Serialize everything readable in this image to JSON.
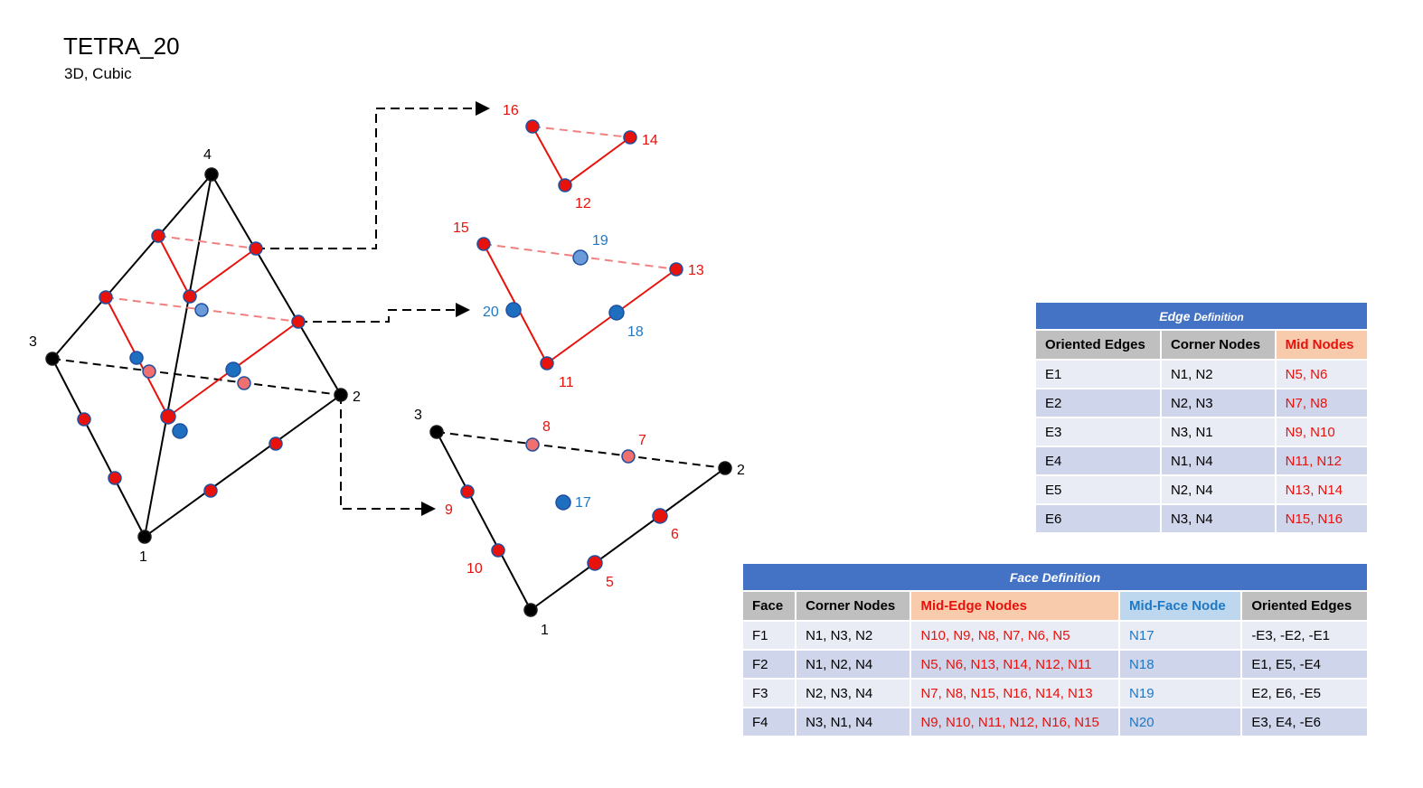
{
  "header": {
    "title": "TETRA_20",
    "subtitle": "3D, Cubic"
  },
  "colors": {
    "corner": "#000000",
    "edge_node": "#e8120c",
    "face_node": "#1f78c4",
    "table_title": "#4472c4",
    "table_header": "#bfbfbf",
    "mid_header": "#f8cbad",
    "midface_header": "#bdd7ee"
  },
  "diagram_labels": {
    "main": [
      "4",
      "3",
      "2",
      "1"
    ],
    "top_slice": [
      "16",
      "14",
      "12"
    ],
    "mid_slice": [
      "15",
      "19",
      "13",
      "20",
      "18",
      "11"
    ],
    "base": [
      "3",
      "8",
      "7",
      "2",
      "9",
      "17",
      "6",
      "10",
      "5",
      "1"
    ]
  },
  "edge_table": {
    "title_main": "Edge",
    "title_small": "Definition",
    "headers": [
      "Oriented Edges",
      "Corner Nodes",
      "Mid Nodes"
    ],
    "rows": [
      [
        "E1",
        "N1, N2",
        "N5, N6"
      ],
      [
        "E2",
        "N2, N3",
        "N7, N8"
      ],
      [
        "E3",
        "N3, N1",
        "N9, N10"
      ],
      [
        "E4",
        "N1, N4",
        "N11, N12"
      ],
      [
        "E5",
        "N2, N4",
        "N13, N14"
      ],
      [
        "E6",
        "N3, N4",
        "N15, N16"
      ]
    ]
  },
  "face_table": {
    "title": "Face Definition",
    "headers": [
      "Face",
      "Corner Nodes",
      "Mid-Edge Nodes",
      "Mid-Face Node",
      "Oriented Edges"
    ],
    "rows": [
      [
        "F1",
        "N1, N3, N2",
        "N10, N9, N8, N7, N6, N5",
        "N17",
        "-E3, -E2, -E1"
      ],
      [
        "F2",
        "N1, N2, N4",
        "N5, N6, N13, N14, N12, N11",
        "N18",
        "E1, E5, -E4"
      ],
      [
        "F3",
        "N2, N3, N4",
        "N7, N8, N15, N16, N14, N13",
        "N19",
        "E2, E6, -E5"
      ],
      [
        "F4",
        "N3, N1, N4",
        "N9, N10, N11, N12, N16, N15",
        "N20",
        "E3, E4, -E6"
      ]
    ]
  }
}
